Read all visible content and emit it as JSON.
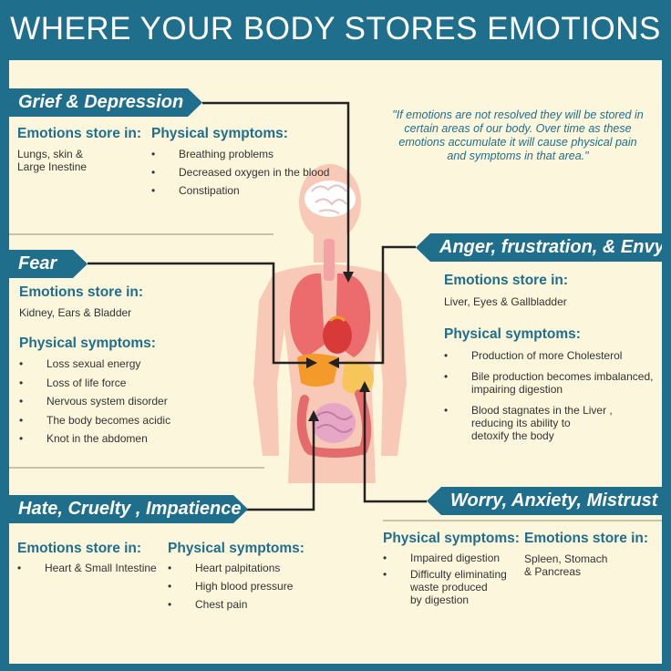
{
  "title": "WHERE YOUR BODY STORES EMOTIONS",
  "quote": "\"If emotions are not resolved they will be stored in certain areas of our body. Over time as these emotions accumulate it will cause physical pain and symptoms in that area.\"",
  "sections": {
    "grief": {
      "heading": "Grief & Depression",
      "store_label": "Emotions store in:",
      "store_lines": [
        "Lungs, skin &",
        "Large Inestine"
      ],
      "symptoms_label": "Physical symptoms:",
      "symptoms": [
        "Breathing problems",
        "Decreased oxygen in the blood",
        "Constipation"
      ]
    },
    "fear": {
      "heading": "Fear",
      "store_label": "Emotions store in:",
      "store_lines": [
        "Kidney, Ears & Bladder"
      ],
      "symptoms_label": "Physical symptoms:",
      "symptoms": [
        "Loss sexual energy",
        "Loss of life force",
        "Nervous system disorder",
        "The body becomes acidic",
        "Knot in the abdomen"
      ]
    },
    "hate": {
      "heading": "Hate, Cruelty , Impatience",
      "store_label": "Emotions store in:",
      "store_items": [
        "Heart & Small Intestine"
      ],
      "symptoms_label": "Physical symptoms:",
      "symptoms": [
        "Heart palpitations",
        "High blood pressure",
        "Chest pain"
      ]
    },
    "anger": {
      "heading": "Anger, frustration, & Envy",
      "store_label": "Emotions store in:",
      "store_lines": [
        "Liver, Eyes & Gallbladder"
      ],
      "symptoms_label": "Physical symptoms:",
      "symptoms": [
        [
          "Production of more Cholesterol"
        ],
        [
          "Bile production becomes imbalanced,",
          "impairing digestion"
        ],
        [
          "Blood stagnates in the Liver ,",
          "reducing its ability to",
          "detoxify the body"
        ]
      ]
    },
    "worry": {
      "heading": "Worry, Anxiety, Mistrust",
      "symptoms_label": "Physical symptoms:",
      "symptoms": [
        [
          "Impaired digestion"
        ],
        [
          "Difficulty eliminating",
          "waste produced",
          "by digestion"
        ]
      ],
      "store_label": "Emotions store in:",
      "store_lines": [
        "Spleen, Stomach",
        "& Pancreas"
      ]
    }
  },
  "illustration": {
    "organs": [
      "brain-icon",
      "lungs-icon",
      "heart-icon",
      "liver-icon",
      "stomach-icon",
      "intestine-icon"
    ]
  },
  "colors": {
    "brand_blue": "#1f6e8c",
    "background_cream": "#fcf6dc",
    "body_skin": "#f8c9b6",
    "lungs": "#ec6c6e",
    "heart": "#d83a3a",
    "liver": "#f39a2a",
    "stomach": "#f7c65a",
    "intestine": "#e36b6b",
    "arrow": "#222222"
  }
}
